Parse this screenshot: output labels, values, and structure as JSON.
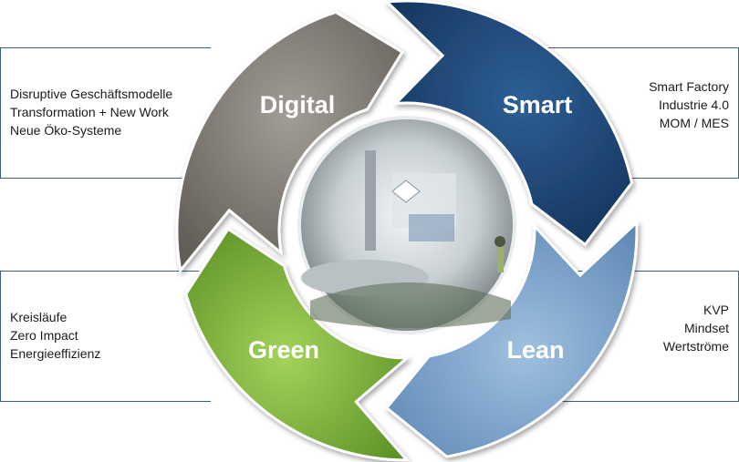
{
  "segments": {
    "digital": {
      "label": "Digital",
      "color": "#7a7570"
    },
    "smart": {
      "label": "Smart",
      "color": "#1f4777"
    },
    "lean": {
      "label": "Lean",
      "color": "#7ea6cc"
    },
    "green": {
      "label": "Green",
      "color": "#7db03c"
    }
  },
  "panels": {
    "top_left": [
      "Disruptive Geschäftsmodelle",
      "Transformation + New Work",
      "Neue Öko-Systeme"
    ],
    "top_right": [
      "Smart Factory",
      "Industrie 4.0",
      "MOM / MES"
    ],
    "bottom_left": [
      "Kreisläufe",
      "Zero Impact",
      "Energieeffizienz"
    ],
    "bottom_right": [
      "KVP",
      "Mindset",
      "Wertströme"
    ]
  },
  "center_image": {
    "description_icon": "factory-photo"
  },
  "colors": {
    "frame_line": "#3b5f8a"
  }
}
